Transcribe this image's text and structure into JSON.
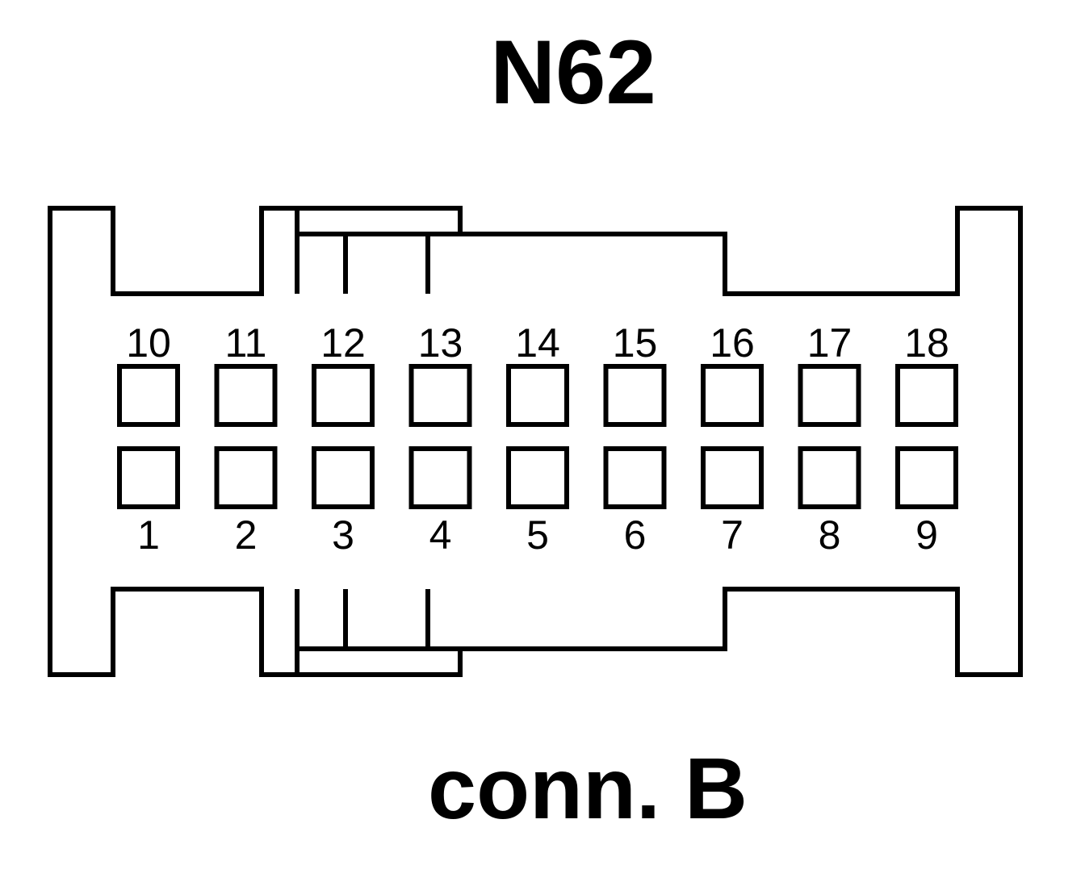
{
  "title": "N62",
  "subtitle": "conn. B",
  "pins": {
    "top_row": [
      "10",
      "11",
      "12",
      "13",
      "14",
      "15",
      "16",
      "17",
      "18"
    ],
    "bottom_row": [
      "1",
      "2",
      "3",
      "4",
      "5",
      "6",
      "7",
      "8",
      "9"
    ]
  },
  "colors": {
    "line": "#000000",
    "background": "#ffffff"
  }
}
